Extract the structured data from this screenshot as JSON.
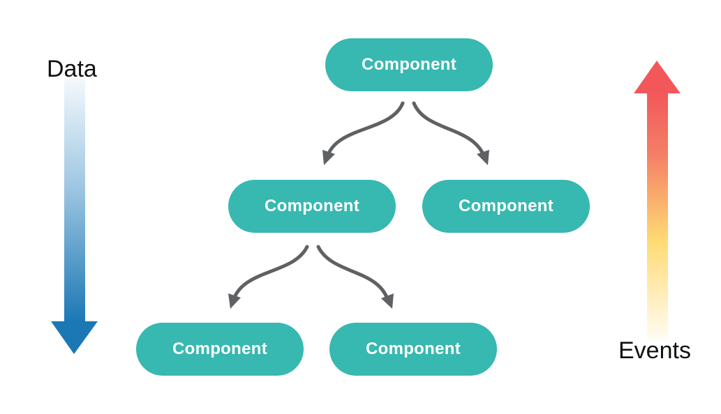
{
  "labels": {
    "data": "Data",
    "events": "Events"
  },
  "nodes": {
    "root": "Component",
    "mid_left": "Component",
    "mid_right": "Component",
    "bottom_left": "Component",
    "bottom_right": "Component"
  },
  "colors": {
    "node_fill": "#37b8b0",
    "node_text": "#ffffff",
    "connector": "#5f6164",
    "data_arrow_top": "#f4f9fc",
    "data_arrow_bottom": "#1b78b5",
    "events_arrow_top": "#f2585a",
    "events_arrow_mid": "#ffdb74",
    "events_arrow_bottom": "#fffaf0"
  }
}
